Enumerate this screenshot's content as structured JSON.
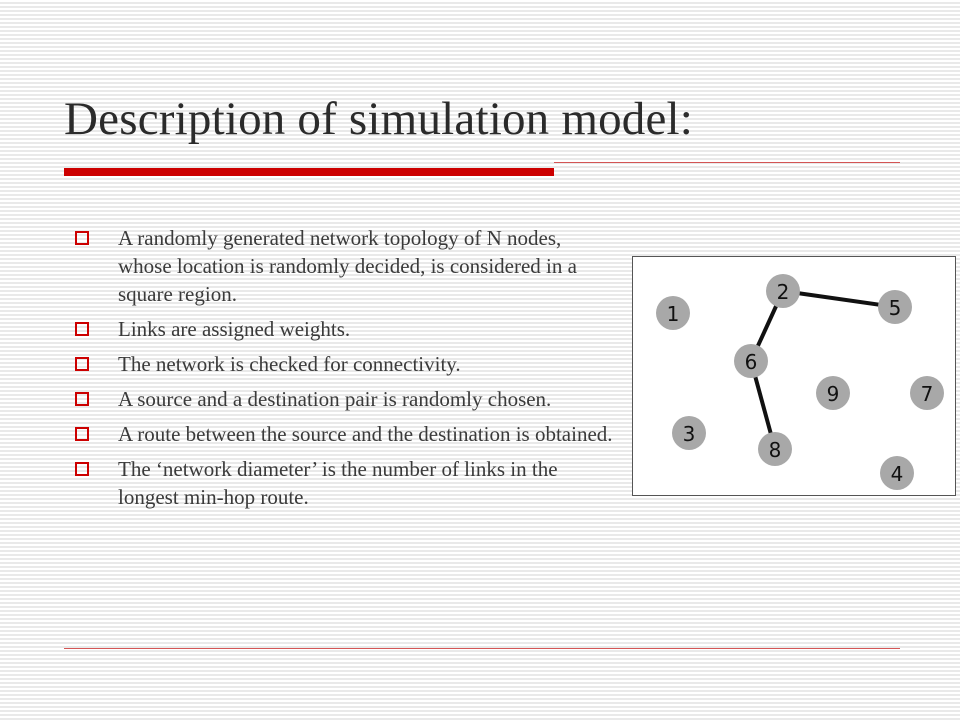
{
  "title": "Description of simulation model:",
  "accent_color": "#cc0000",
  "bullets": [
    "A randomly generated network topology of N nodes, whose location is randomly decided, is considered in a square region.",
    "Links are assigned weights.",
    "The network is checked for connectivity.",
    "A source and a destination pair is randomly chosen.",
    "A route between the source and the destination is obtained.",
    "The ‘network diameter’ is the number of links in the longest min-hop route."
  ],
  "network": {
    "nodes": [
      "1",
      "2",
      "3",
      "4",
      "5",
      "6",
      "7",
      "8",
      "9"
    ],
    "links": [
      [
        "2",
        "5"
      ],
      [
        "2",
        "6"
      ],
      [
        "6",
        "8"
      ]
    ],
    "node_color": "#a8a8a8",
    "link_color": "#111111"
  }
}
